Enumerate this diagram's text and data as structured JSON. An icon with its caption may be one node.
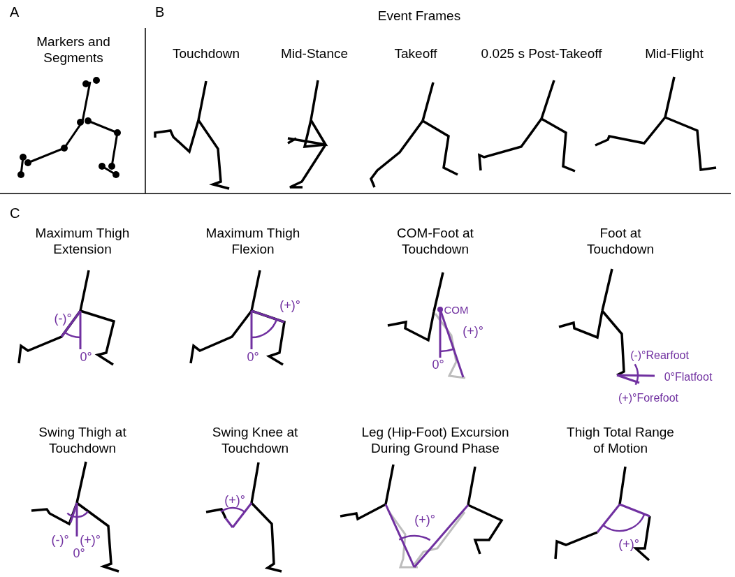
{
  "diagram": {
    "labels": [
      "A",
      "Markers and Segments",
      "B",
      "Event Frames",
      "Touchdown",
      "Mid-Stance",
      "Takeoff",
      "0.025 s Post-Takeoff",
      "Mid-Flight",
      "C",
      "Maximum Thigh Extension",
      "(-)°",
      "0°",
      "Maximum Thigh Flexion",
      "(+)°",
      "0°",
      "COM-Foot at Touchdown",
      "COM",
      "(+)°",
      "0°",
      "Foot at Touchdown",
      "(-)°Rearfoot",
      "0°Flatfoot",
      "(+)°Forefoot",
      "Swing Thigh at Touchdown",
      "(-)°",
      "(+)°",
      "0°",
      "Swing Knee at Touchdown",
      "(+)°",
      "Leg (Hip-Foot) Excursion During Ground Phase",
      "(+)°",
      "Thigh Total Range of Motion",
      "(+)°"
    ]
  }
}
